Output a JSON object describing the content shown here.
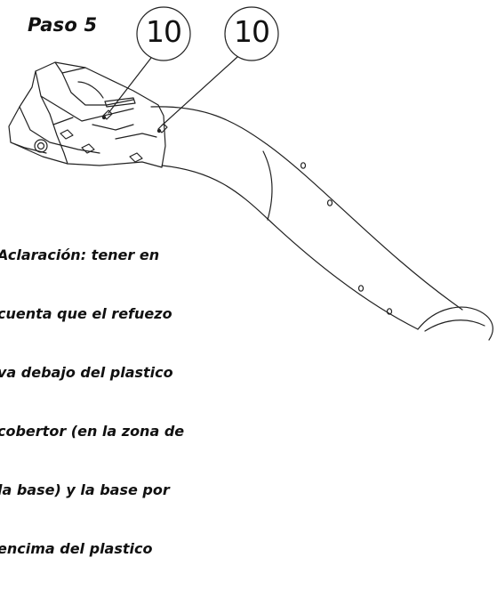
{
  "step": {
    "title": "Paso 5"
  },
  "callouts": [
    {
      "label": "10"
    },
    {
      "label": "10"
    }
  ],
  "note": {
    "lines": [
      "Aclaración: tener en",
      "cuenta que el refuezo",
      "va debajo del plastico",
      "cobertor (en la zona de",
      "la base) y la base por",
      "encima del plastico"
    ]
  }
}
